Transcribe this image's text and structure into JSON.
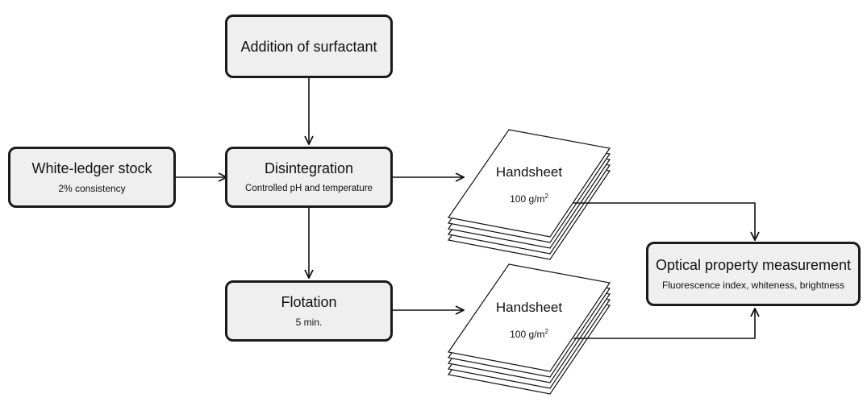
{
  "diagram": {
    "surfactant": {
      "title": "Addition of surfactant"
    },
    "stock": {
      "title": "White-ledger stock",
      "sub": "2% consistency"
    },
    "disintegration": {
      "title": "Disintegration",
      "sub": "Controlled pH and temperature"
    },
    "flotation": {
      "title": "Flotation",
      "sub": "5 min."
    },
    "handsheet_top": {
      "title": "Handsheet",
      "grammage_value": "100 g/m",
      "grammage_exp": "2"
    },
    "handsheet_bottom": {
      "title": "Handsheet",
      "grammage_value": "100 g/m",
      "grammage_exp": "2"
    },
    "measurement": {
      "title": "Optical property measurement",
      "sub": "Fluorescence index, whiteness, brightness"
    }
  }
}
